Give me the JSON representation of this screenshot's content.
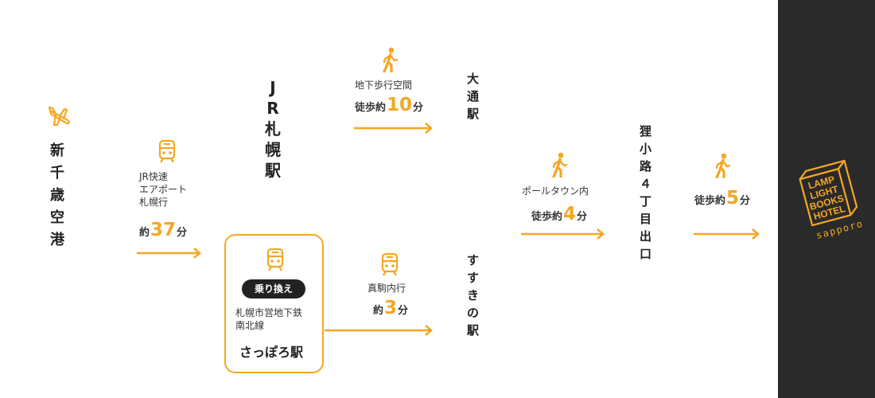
{
  "colors": {
    "accent": "#f5a623",
    "dark": "#2a2a2a",
    "text": "#222222"
  },
  "start": {
    "name": [
      "新",
      "千",
      "歳",
      "空",
      "港"
    ],
    "icon": "airplane-icon"
  },
  "jr_leg": {
    "icon": "train-icon",
    "line_1": "JR快速",
    "line_2": "エアポート",
    "line_3": "札幌行",
    "prefix": "約",
    "minutes": "37",
    "suffix": "分"
  },
  "jr_station": {
    "name": [
      "J",
      "R",
      "札",
      "幌",
      "駅"
    ]
  },
  "walk_odori": {
    "icon": "walking-person-icon",
    "route": "地下歩行空間",
    "prefix": "徒歩約",
    "minutes": "10",
    "suffix": "分"
  },
  "odori_station": {
    "name": [
      "大",
      "通",
      "駅"
    ]
  },
  "transfer": {
    "icon": "train-icon",
    "badge": "乗り換え",
    "line_1": "札幌市営地下鉄",
    "line_2": "南北線",
    "station": "さっぽろ駅"
  },
  "subway_leg": {
    "icon": "train-icon",
    "route": "真駒内行",
    "prefix": "約",
    "minutes": "3",
    "suffix": "分"
  },
  "susukino_station": {
    "name": [
      "す",
      "す",
      "き",
      "の",
      "駅"
    ]
  },
  "walk_to_exit": {
    "icon": "walking-person-icon",
    "route": "ポールタウン内",
    "prefix": "徒歩約",
    "minutes": "4",
    "suffix": "分"
  },
  "exit": {
    "name": [
      "狸",
      "小",
      "路",
      "４",
      "丁",
      "目",
      "出",
      "口"
    ]
  },
  "walk_to_hotel": {
    "icon": "walking-person-icon",
    "prefix": "徒歩約",
    "minutes": "5",
    "suffix": "分"
  },
  "hotel": {
    "logo_lines": [
      "LAMP",
      "LIGHT",
      "BOOKS",
      "HOTEL"
    ],
    "city": "sapporo"
  }
}
